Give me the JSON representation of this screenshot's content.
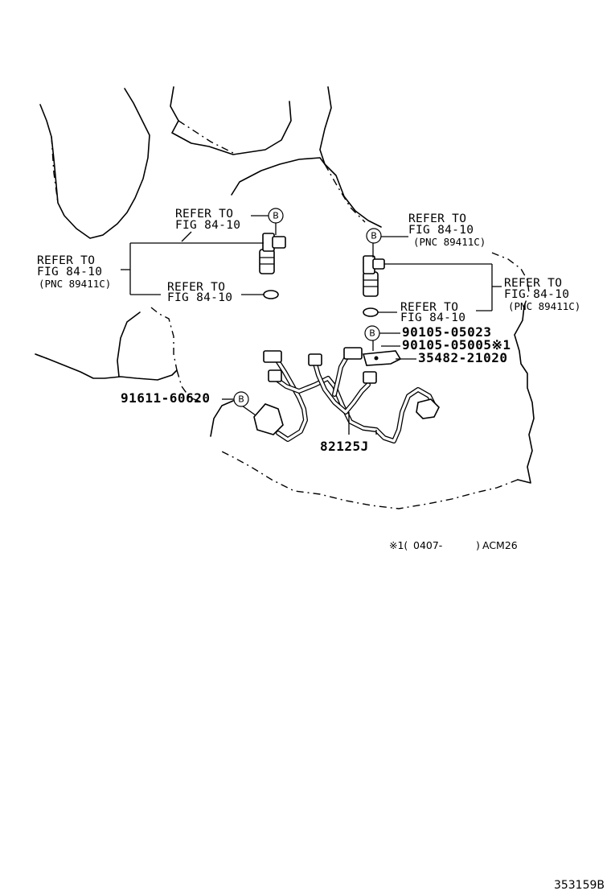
{
  "refer_to": {
    "top_left": {
      "line1": "REFER TO",
      "line2": "FIG 84-10"
    },
    "left": {
      "line1": "REFER TO",
      "line2": "FIG 84-10",
      "line3": "(PNC 89411C)"
    },
    "left_lower": {
      "line1": "REFER TO",
      "line2": "FIG 84-10"
    },
    "top_right": {
      "line1": "REFER TO",
      "line2": "FIG 84-10",
      "line3": "(PNC 89411C)"
    },
    "right": {
      "line1": "REFER TO",
      "line2": "FIG 84-10",
      "line3": "(PNC 89411C)"
    },
    "right_lower": {
      "line1": "REFER TO",
      "line2": "FIG 84-10"
    }
  },
  "parts": {
    "p1": "90105-05023",
    "p2": "90105-05005※1",
    "p3": "35482-21020",
    "p4": "91611-60620",
    "p5": "82125J"
  },
  "badge_letter": "B",
  "footnote": {
    "marker": "※1(",
    "from": "0407-",
    "close": ")",
    "model": "ACM26"
  },
  "figure_code": "353159B"
}
